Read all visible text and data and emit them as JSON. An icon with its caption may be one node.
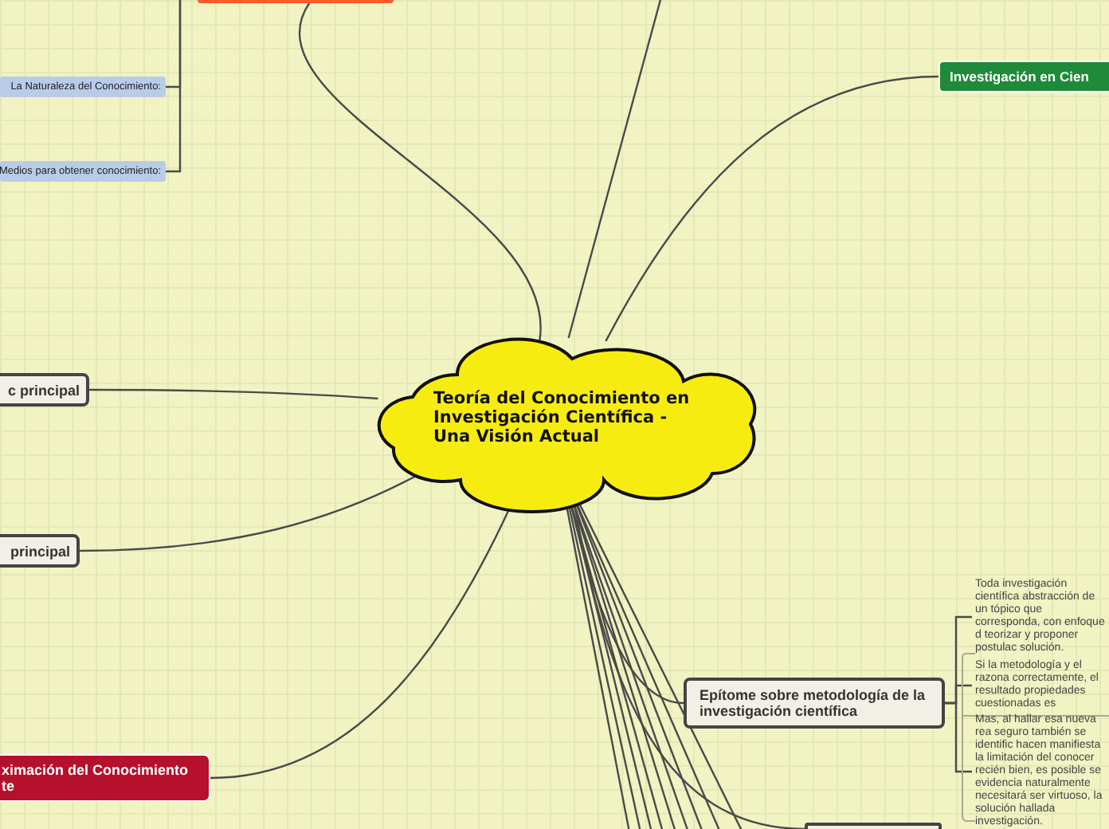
{
  "diagram": {
    "nodes": [
      {
        "text": [
          "Teoría del Conocimiento en Investigación Científica - Una Visión Actual"
        ]
      },
      {
        "text": [],
        "shape": "box"
      },
      {
        "text": [
          "La Naturaleza del Conocimiento:"
        ]
      },
      {
        "text": [
          "Medios para obtener conocimiento:"
        ]
      },
      {
        "text": [
          "c principal"
        ]
      },
      {
        "text": [
          "principal"
        ]
      },
      {
        "text": [
          "ximación del Conocimiento te"
        ]
      },
      {
        "text": [
          "Investigación en Cien"
        ]
      },
      {
        "text": [
          "Epítome sobre metodología de la investigación científica"
        ]
      },
      {
        "text": [
          "Toda investigación científica abstracción de un tópico que corresponda, con enfoque d teorizar y proponer postulac solución."
        ]
      },
      {
        "text": [
          "Si la metodología y el razona correctamente, el resultado propiedades cuestionadas es"
        ]
      },
      {
        "text": [
          "Mas, al hallar esa nueva rea seguro también se identific hacen manifiesta la limitación del conocer recién bien, es posible se evidencia naturalmente necesitará ser virtuoso, la solución hallada investigación."
        ]
      },
      {
        "text": [],
        "shape": "box"
      }
    ],
    "edges": [
      {
        "from": 0,
        "to": 1,
        "arrow": "none"
      },
      {
        "from": 1,
        "to": 2,
        "arrow": "none"
      },
      {
        "from": 1,
        "to": 3,
        "arrow": "none"
      },
      {
        "from": 0,
        "to": null,
        "arrow": "none"
      },
      {
        "from": 0,
        "to": 7,
        "arrow": "none"
      },
      {
        "from": 0,
        "to": 4,
        "arrow": "none"
      },
      {
        "from": 0,
        "to": 5,
        "arrow": "none"
      },
      {
        "from": 0,
        "to": 6,
        "arrow": "none"
      },
      {
        "from": 0,
        "to": 8,
        "arrow": "none"
      },
      {
        "from": 8,
        "to": 9,
        "arrow": "none"
      },
      {
        "from": 8,
        "to": 10,
        "arrow": "none"
      },
      {
        "from": 8,
        "to": 11,
        "arrow": "none"
      },
      {
        "from": 0,
        "to": 12,
        "arrow": "none"
      },
      {
        "from": 0,
        "to": null,
        "arrow": "none"
      },
      {
        "from": 0,
        "to": null,
        "arrow": "none"
      },
      {
        "from": 0,
        "to": null,
        "arrow": "none"
      },
      {
        "from": 0,
        "to": null,
        "arrow": "none"
      },
      {
        "from": 0,
        "to": null,
        "arrow": "none"
      },
      {
        "from": 0,
        "to": null,
        "arrow": "none"
      },
      {
        "from": 0,
        "to": null,
        "arrow": "none"
      },
      {
        "from": 0,
        "to": null,
        "arrow": "none"
      },
      {
        "from": 0,
        "to": null,
        "arrow": "none"
      }
    ]
  }
}
